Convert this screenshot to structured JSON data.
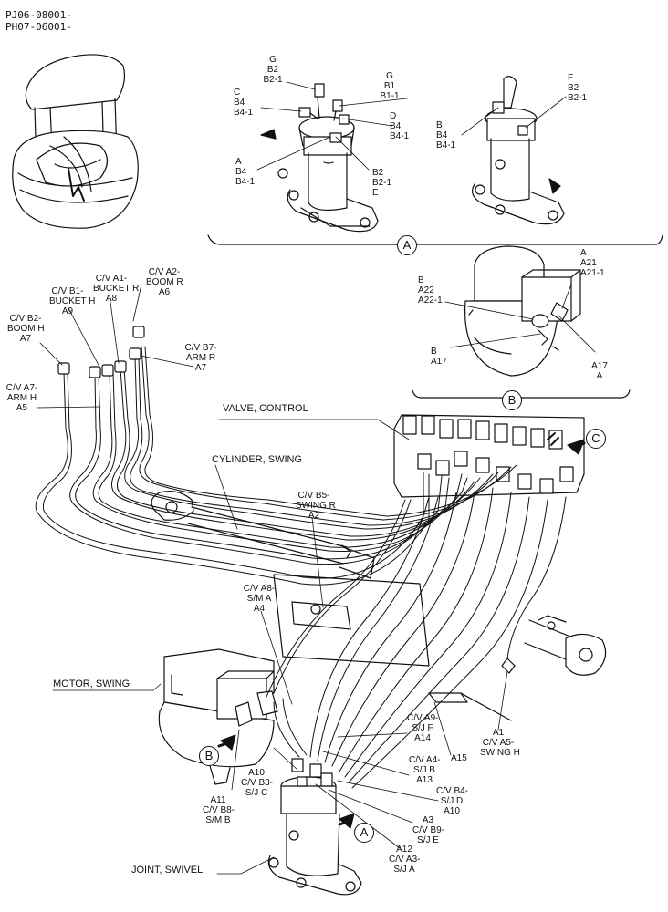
{
  "header": {
    "line1": "PJ06-08001-",
    "line2": "PH07-06001-"
  },
  "circles": {
    "a": "A",
    "b": "B",
    "c": "C"
  },
  "components": {
    "valve_control": "VALVE, CONTROL",
    "cylinder_swing": "CYLINDER, SWING",
    "motor_swing": "MOTOR, SWING",
    "joint_swivel": "JOINT, SWIVEL"
  },
  "detail_a": {
    "g1": {
      "letter": "G",
      "p1": "B2",
      "p2": "B2-1"
    },
    "g2": {
      "letter": "G",
      "p1": "B1",
      "p2": "B1-1"
    },
    "c": {
      "letter": "C",
      "p1": "B4",
      "p2": "B4-1"
    },
    "d": {
      "letter": "D",
      "p1": "B4",
      "p2": "B4-1"
    },
    "a": {
      "letter": "A",
      "p1": "B4",
      "p2": "B4-1"
    },
    "e": {
      "letter": "E",
      "p1": "B2",
      "p2": "B2-1"
    },
    "f": {
      "letter": "F",
      "p1": "B2",
      "p2": "B2-1"
    },
    "b": {
      "letter": "B",
      "p1": "B4",
      "p2": "B4-1"
    }
  },
  "detail_b": {
    "a21": {
      "letter": "A",
      "p1": "A21",
      "p2": "A21-1"
    },
    "a22": {
      "letter": "B",
      "p1": "A22",
      "p2": "A22-1"
    },
    "a17b": {
      "letter": "B",
      "p1": "A17"
    },
    "a17a": {
      "p1": "A17",
      "letter": "A"
    }
  },
  "hoses": {
    "a9": {
      "desc1": "C/V B1-",
      "desc2": "BUCKET H",
      "id": "A9"
    },
    "a8": {
      "desc1": "C/V A1-",
      "desc2": "BUCKET R",
      "id": "A8"
    },
    "a6": {
      "desc1": "C/V A2-",
      "desc2": "BOOM R",
      "id": "A6"
    },
    "a7l": {
      "desc1": "C/V B2-",
      "desc2": "BOOM H",
      "id": "A7"
    },
    "a7r": {
      "desc1": "C/V B7-",
      "desc2": "ARM R",
      "id": "A7"
    },
    "a5": {
      "desc1": "C/V A7-",
      "desc2": "ARM H",
      "id": "A5"
    },
    "a2": {
      "desc1": "C/V B5-",
      "desc2": "SWING R",
      "id": "A2"
    },
    "a4": {
      "desc1": "C/V A8-",
      "desc2": "S/M A",
      "id": "A4"
    },
    "a14": {
      "desc1": "C/V A9-",
      "desc2": "S/J F",
      "id": "A14"
    },
    "a15": {
      "id": "A15"
    },
    "a1": {
      "id": "A1",
      "desc1": "C/V A5-",
      "desc2": "SWING H"
    },
    "a13": {
      "desc1": "C/V A4-",
      "desc2": "S/J B",
      "id": "A13"
    },
    "a10r": {
      "desc1": "C/V B4-",
      "desc2": "S/J D",
      "id": "A10"
    },
    "a10l": {
      "id": "A10",
      "desc1": "C/V B3-",
      "desc2": "S/J C"
    },
    "a11": {
      "id": "A11",
      "desc1": "C/V B8-",
      "desc2": "S/M B"
    },
    "a3": {
      "id": "A3",
      "desc1": "C/V B9-",
      "desc2": "S/J E"
    },
    "a12": {
      "id": "A12",
      "desc1": "C/V A3-",
      "desc2": "S/J A"
    }
  }
}
